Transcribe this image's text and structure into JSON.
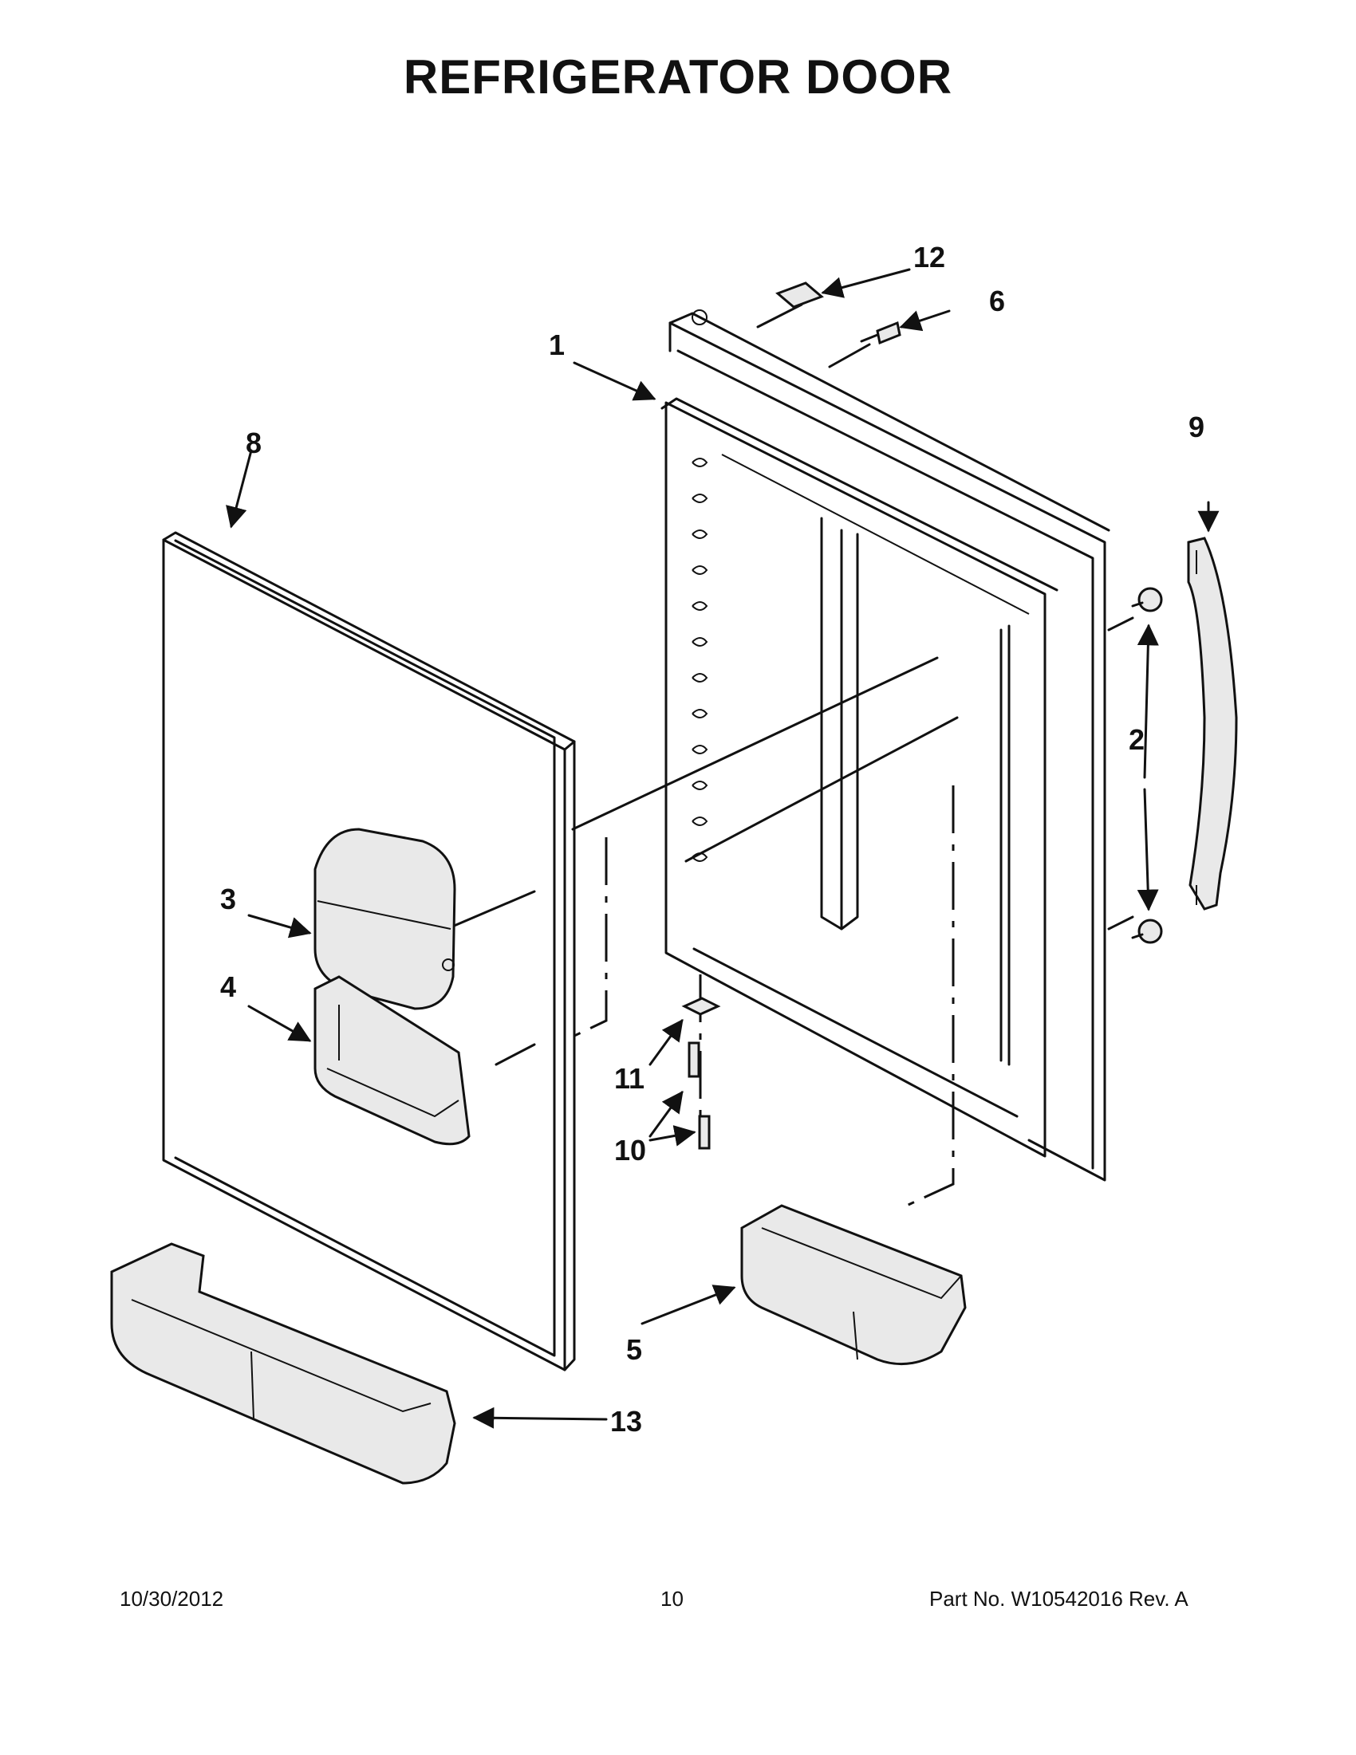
{
  "title": "REFRIGERATOR DOOR",
  "callouts": {
    "c1": "1",
    "c2": "2",
    "c3": "3",
    "c4": "4",
    "c5": "5",
    "c6": "6",
    "c8": "8",
    "c9": "9",
    "c10": "10",
    "c11": "11",
    "c12": "12",
    "c13": "13"
  },
  "footer": {
    "date": "10/30/2012",
    "page": "10",
    "part_no": "Part No.  W10542016  Rev.  A"
  }
}
